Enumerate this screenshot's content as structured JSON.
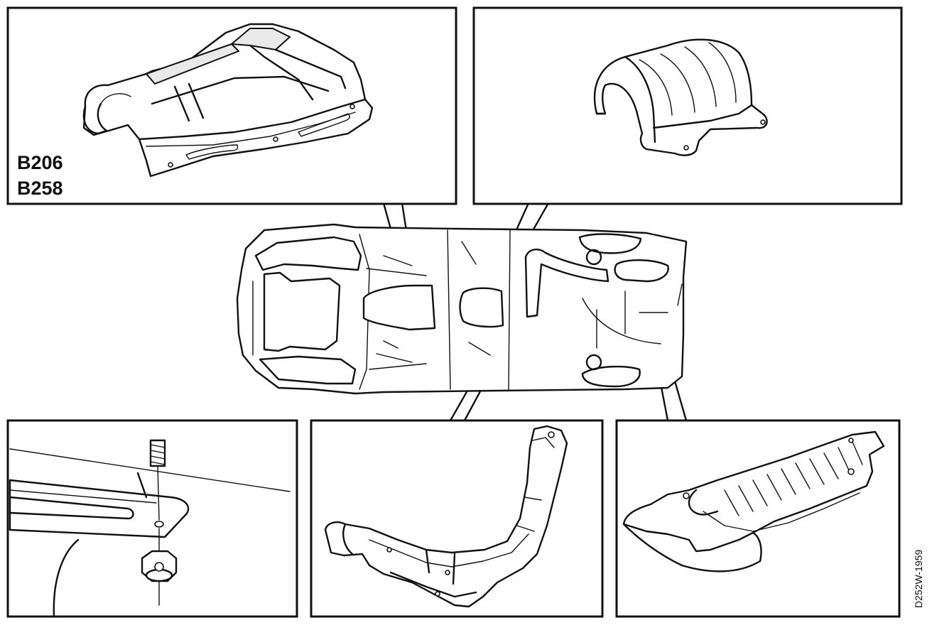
{
  "panels": {
    "top_left": {
      "variant_labels": [
        "B206",
        "B258"
      ],
      "icon": "front-heat-shield"
    },
    "top_right": {
      "icon": "tunnel-heat-shield"
    },
    "center": {
      "icon": "vehicle-underbody-plan"
    },
    "bottom_left": {
      "icon": "stud-and-flange-nut-detail"
    },
    "bottom_middle": {
      "icon": "curved-rear-heat-shield"
    },
    "bottom_right": {
      "icon": "ribbed-muffler-heat-shield"
    }
  },
  "figure_code": "D252W-1959"
}
